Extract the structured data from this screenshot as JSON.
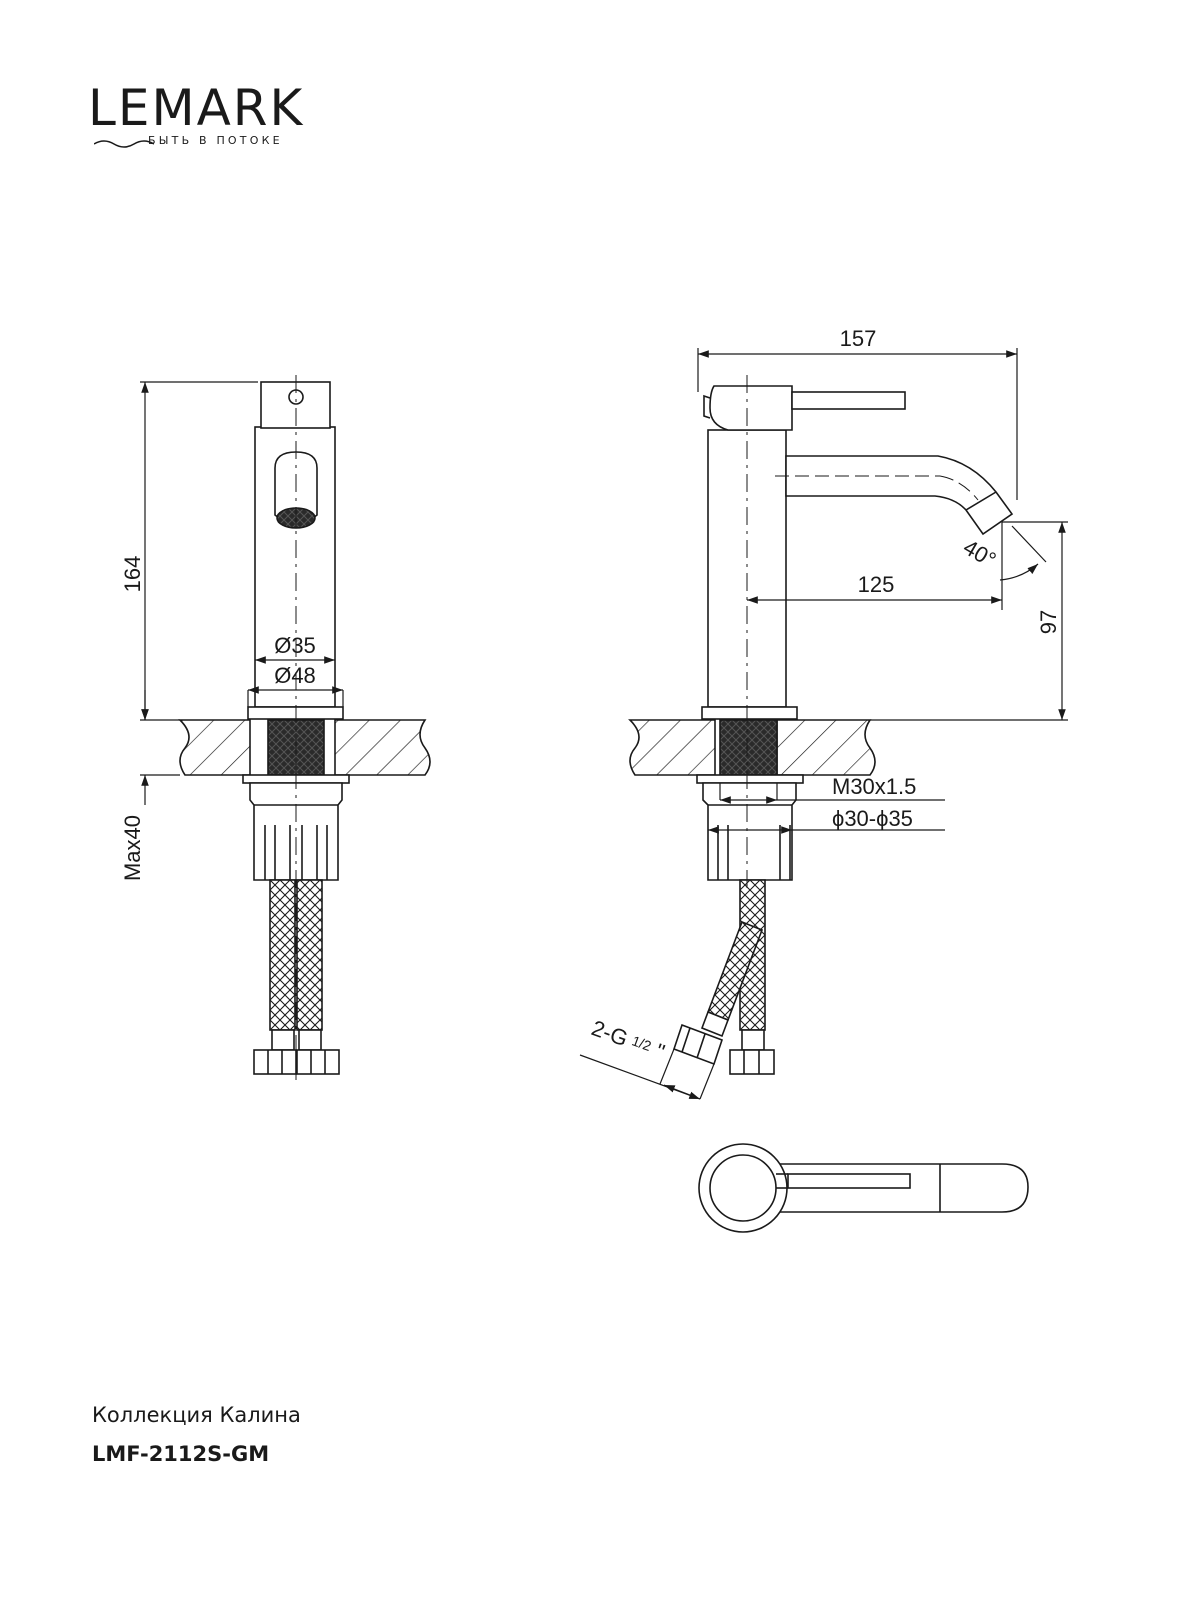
{
  "brand": {
    "name": "LEMARK",
    "tagline": "БЫТЬ В ПОТОКЕ"
  },
  "dimensions": {
    "height_total": "164",
    "dia_body": "Ø35",
    "dia_base": "Ø48",
    "max_thickness": "Max40",
    "length_total": "157",
    "spout_reach": "125",
    "spout_height": "97",
    "spout_angle": "40°",
    "thread": "M30x1.5",
    "hole_dia": "ϕ30-ϕ35",
    "hose_connection_prefix": "2-G",
    "hose_connection_fraction": "1/2",
    "hose_connection_suffix": "\""
  },
  "footer": {
    "collection": "Коллекция Калина",
    "model": "LMF-2112S-GM"
  },
  "colors": {
    "line": "#1a1a1a",
    "background": "#ffffff"
  }
}
